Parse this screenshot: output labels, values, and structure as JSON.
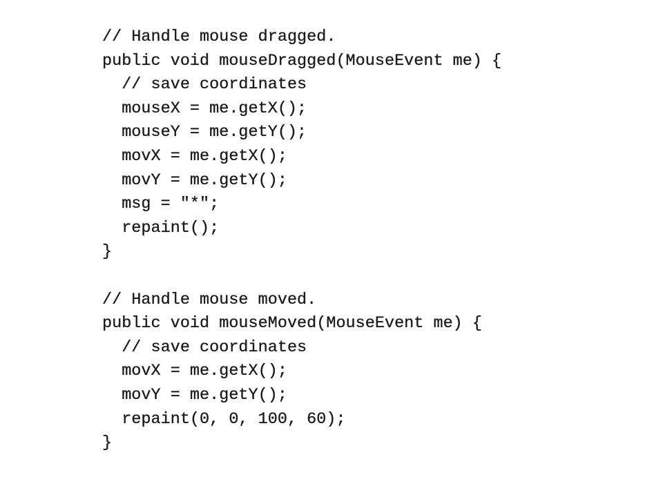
{
  "code": {
    "lines": [
      "// Handle mouse dragged.",
      "public void mouseDragged(MouseEvent me) {",
      "  // save coordinates",
      "  mouseX = me.getX();",
      "  mouseY = me.getY();",
      "  movX = me.getX();",
      "  movY = me.getY();",
      "  msg = \"*\";",
      "  repaint();",
      "}",
      "",
      "// Handle mouse moved.",
      "public void mouseMoved(MouseEvent me) {",
      "  // save coordinates",
      "  movX = me.getX();",
      "  movY = me.getY();",
      "  repaint(0, 0, 100, 60);",
      "}"
    ]
  }
}
